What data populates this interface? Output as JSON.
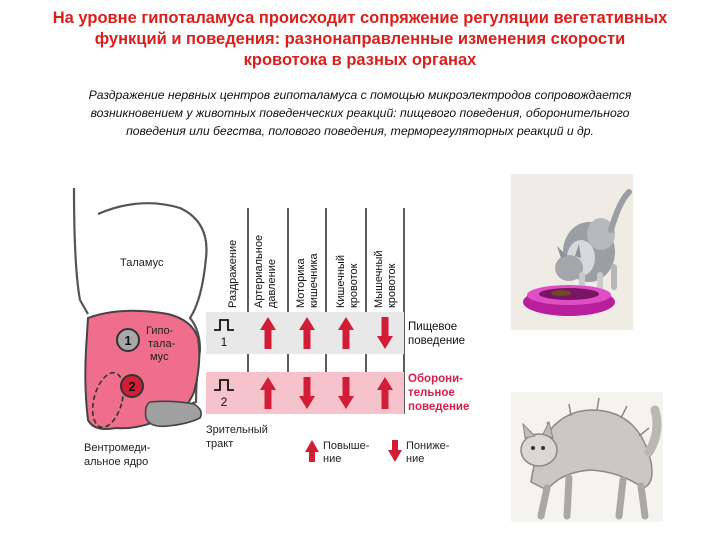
{
  "title_lines": [
    "На уровне гипоталамуса происходит сопряжение регуляции вегетативных",
    "функций и поведения: разнонаправленные изменения скорости",
    "кровотока в разных органах"
  ],
  "subtitle_lines": [
    "Раздражение нервных центров гипоталамуса с помощью микроэлектродов сопровождается",
    "возникновением у животных поведенческих реакций: пищевого поведения, оборонительного",
    "поведения или бегства, полового поведения, терморегуляторных реакций и др."
  ],
  "brain": {
    "thalamus_label": "Таламус",
    "hypothalamus_label_lines": [
      "Гипо-",
      "тала-",
      "мус"
    ],
    "ventromedial_label_lines": [
      "Вентромеди-",
      "альное ядро"
    ],
    "optic_tract_label_lines": [
      "Зрительный",
      "тракт"
    ],
    "point_1": "1",
    "point_2": "2"
  },
  "columns": [
    {
      "key": "stimulation",
      "lines": [
        "Раздражение"
      ]
    },
    {
      "key": "arterial_pressure",
      "lines": [
        "Артериальное",
        "давление"
      ]
    },
    {
      "key": "intestinal_motility",
      "lines": [
        "Моторика",
        "кишечника"
      ]
    },
    {
      "key": "intestinal_blood_flow",
      "lines": [
        "Кишечный",
        "кровоток"
      ]
    },
    {
      "key": "muscle_blood_flow",
      "lines": [
        "Мышечный",
        "кровоток"
      ]
    }
  ],
  "rows": [
    {
      "stimulus_number": "1",
      "behavior_lines": [
        "Пищевое",
        "поведение"
      ],
      "behavior_color": "#111111",
      "row_color": "#e8e8e8",
      "changes": [
        "up",
        "up",
        "up",
        "down"
      ]
    },
    {
      "stimulus_number": "2",
      "behavior_lines": [
        "Оборони-",
        "тельное",
        "поведение"
      ],
      "behavior_color": "#d2204a",
      "row_color": "#f6c2cc",
      "changes": [
        "up",
        "down",
        "down",
        "up"
      ]
    }
  ],
  "legend": {
    "increase_lines": [
      "Повыше-",
      "ние"
    ],
    "decrease_lines": [
      "Пониже-",
      "ние"
    ]
  },
  "colors": {
    "title": "#d9201c",
    "arrow": "#d11e36",
    "hypothalamus_fill": "#ef6e8c",
    "point_1_fill": "#a8a8a8",
    "point_2_fill": "#d11e36",
    "optic_tract_fill": "#a0a0a0"
  },
  "photos": [
    {
      "name": "kitten-eating-photo",
      "description_icon": "kitten-eating-icon"
    },
    {
      "name": "frightened-cat-photo",
      "description_icon": "frightened-cat-icon"
    }
  ]
}
